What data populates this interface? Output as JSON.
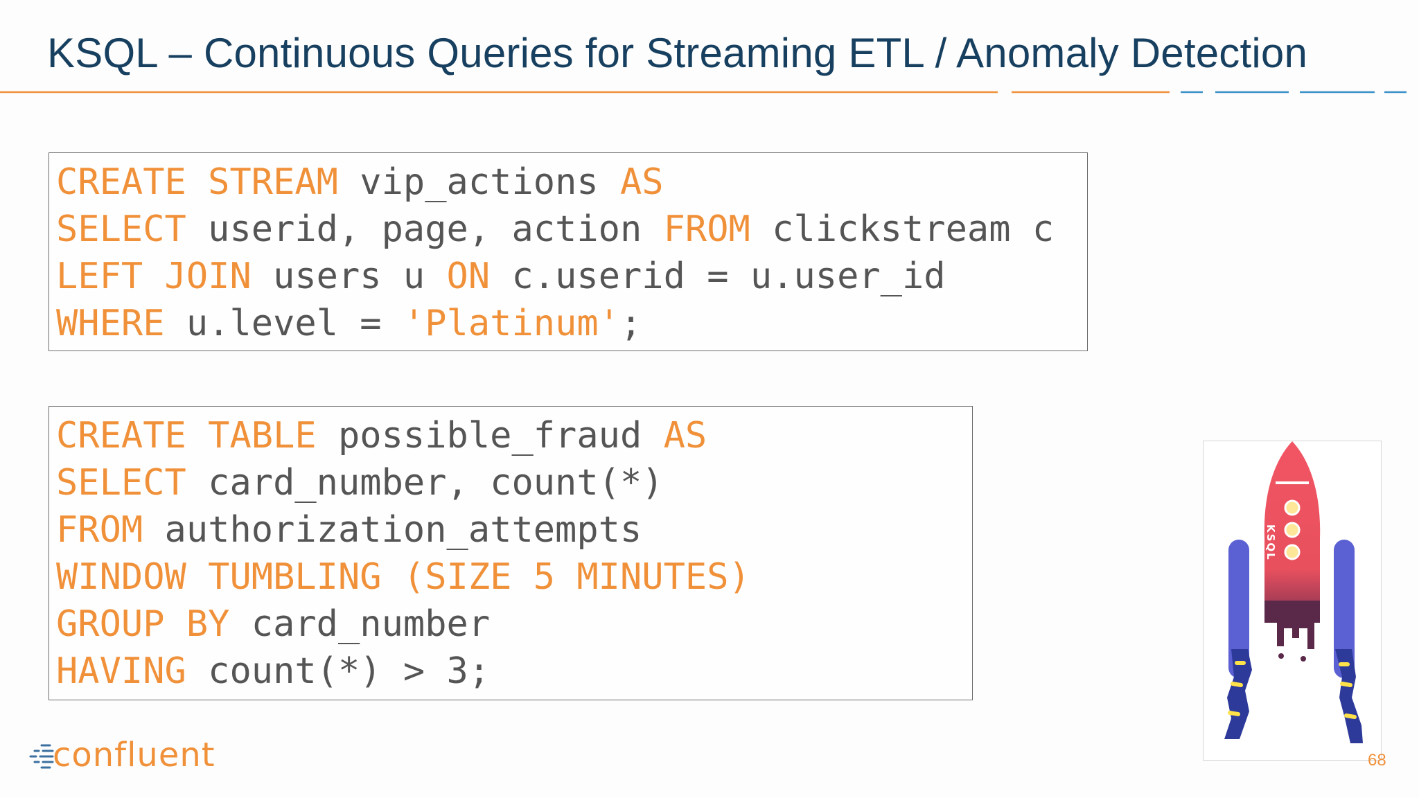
{
  "slide": {
    "title": "KSQL – Continuous Queries for Streaming ETL / Anomaly Detection",
    "page_number": "68"
  },
  "code_blocks": [
    {
      "lines": [
        [
          {
            "t": "CREATE STREAM",
            "k": "kw"
          },
          {
            "t": " vip_actions ",
            "k": "plain"
          },
          {
            "t": "AS",
            "k": "kw"
          }
        ],
        [
          {
            "t": "SELECT",
            "k": "kw"
          },
          {
            "t": " userid, page, action ",
            "k": "plain"
          },
          {
            "t": "FROM",
            "k": "kw"
          },
          {
            "t": " clickstream c",
            "k": "plain"
          }
        ],
        [
          {
            "t": "LEFT JOIN",
            "k": "kw"
          },
          {
            "t": " users u ",
            "k": "plain"
          },
          {
            "t": "ON",
            "k": "kw"
          },
          {
            "t": " c.userid = u.user_id",
            "k": "plain"
          }
        ],
        [
          {
            "t": "WHERE",
            "k": "kw"
          },
          {
            "t": " u.level = ",
            "k": "plain"
          },
          {
            "t": "'Platinum'",
            "k": "str"
          },
          {
            "t": ";",
            "k": "plain"
          }
        ]
      ]
    },
    {
      "lines": [
        [
          {
            "t": "CREATE TABLE",
            "k": "kw"
          },
          {
            "t": " possible_fraud ",
            "k": "plain"
          },
          {
            "t": "AS",
            "k": "kw"
          }
        ],
        [
          {
            "t": "SELECT",
            "k": "kw"
          },
          {
            "t": " card_number, count(*)",
            "k": "plain"
          }
        ],
        [
          {
            "t": "FROM",
            "k": "kw"
          },
          {
            "t": " authorization_attempts",
            "k": "plain"
          }
        ],
        [
          {
            "t": "WINDOW TUMBLING (SIZE 5 MINUTES)",
            "k": "kw"
          }
        ],
        [
          {
            "t": "GROUP BY",
            "k": "kw"
          },
          {
            "t": " card_number",
            "k": "plain"
          }
        ],
        [
          {
            "t": "HAVING",
            "k": "kw"
          },
          {
            "t": " count(*) > 3;",
            "k": "plain"
          }
        ]
      ]
    }
  ],
  "logo": {
    "text": "confluent",
    "icon": "confluent-logo-icon"
  },
  "illustration": {
    "icon": "ksql-rocket-icon",
    "label": "KSQL"
  },
  "colors": {
    "title": "#173f5f",
    "keyword": "#f0913a",
    "code_text": "#555555",
    "rule_orange": "#f0913a",
    "rule_blue": "#3a8fc8",
    "rocket_red": "#f0505a",
    "rocket_purple": "#5a5fd0",
    "rocket_navy": "#2d3a9a"
  }
}
